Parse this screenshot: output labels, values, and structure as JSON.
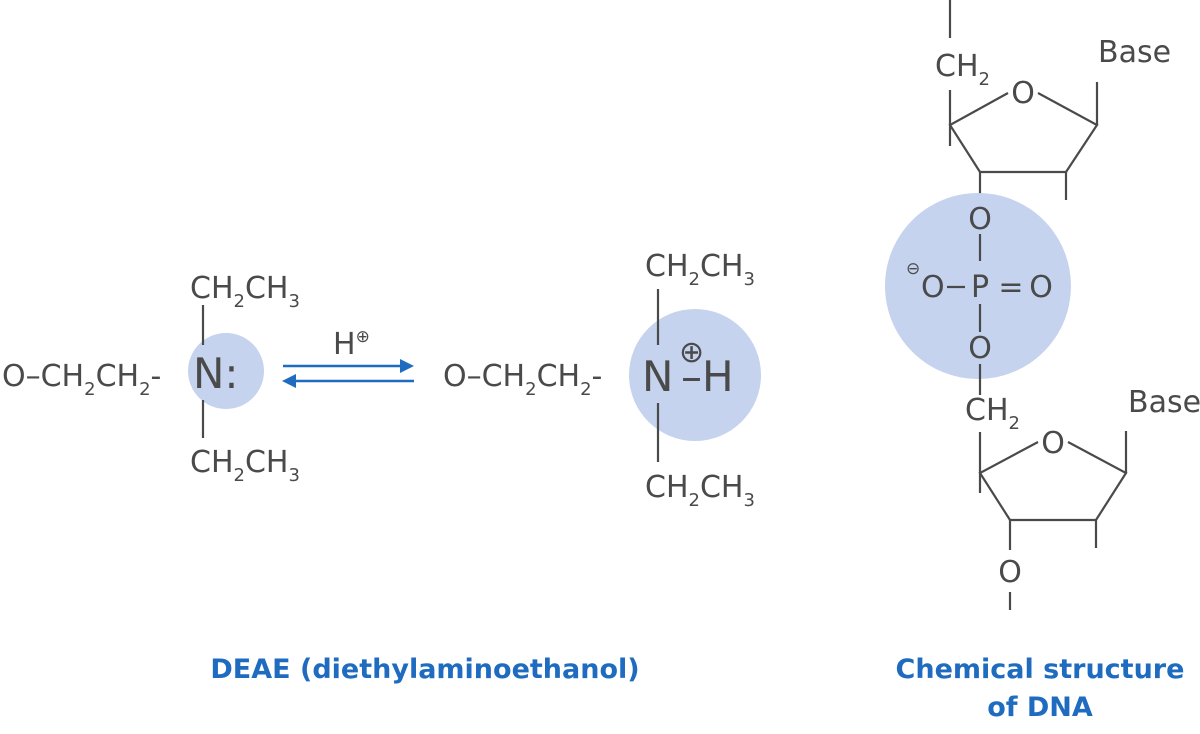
{
  "deae": {
    "left": {
      "top_group": {
        "a": "CH",
        "sub1": "2",
        "b": "CH",
        "sub2": "3"
      },
      "bottom_group": {
        "a": "CH",
        "sub1": "2",
        "b": "CH",
        "sub2": "3"
      },
      "chain": {
        "o": "O–CH",
        "sub1": "2",
        "mid": "CH",
        "sub2": "2",
        "dash": "-"
      },
      "nitrogen": "N:"
    },
    "reagent": {
      "h": "H",
      "charge": "⊕"
    },
    "right": {
      "top_group": {
        "a": "CH",
        "sub1": "2",
        "b": "CH",
        "sub2": "3"
      },
      "bottom_group": {
        "a": "CH",
        "sub1": "2",
        "b": "CH",
        "sub2": "3"
      },
      "chain": {
        "o": "O–CH",
        "sub1": "2",
        "mid": "CH",
        "sub2": "2",
        "dash": "-"
      },
      "nitrogen": "N",
      "charge": "⊕",
      "bond_h": "–H"
    },
    "caption": "DEAE (diethylaminoethanol)"
  },
  "dna": {
    "top_ch2": {
      "a": "CH",
      "sub": "2"
    },
    "top_base": "Base",
    "top_ring_o": "O",
    "phosphate": {
      "o_top": "O",
      "neg": "⊖",
      "o_left": "O",
      "p": "P",
      "eq": "=",
      "o_right": "O",
      "o_bottom": "O"
    },
    "bottom_ch2": {
      "a": "CH",
      "sub": "2"
    },
    "bottom_base": "Base",
    "bottom_ring_o": "O",
    "tail_o": "O",
    "caption_line1": "Chemical structure",
    "caption_line2": "of DNA"
  },
  "colors": {
    "text": "#4a4a4a",
    "accent_blue": "#1e6bbf",
    "highlight": "#c5d3ee"
  }
}
